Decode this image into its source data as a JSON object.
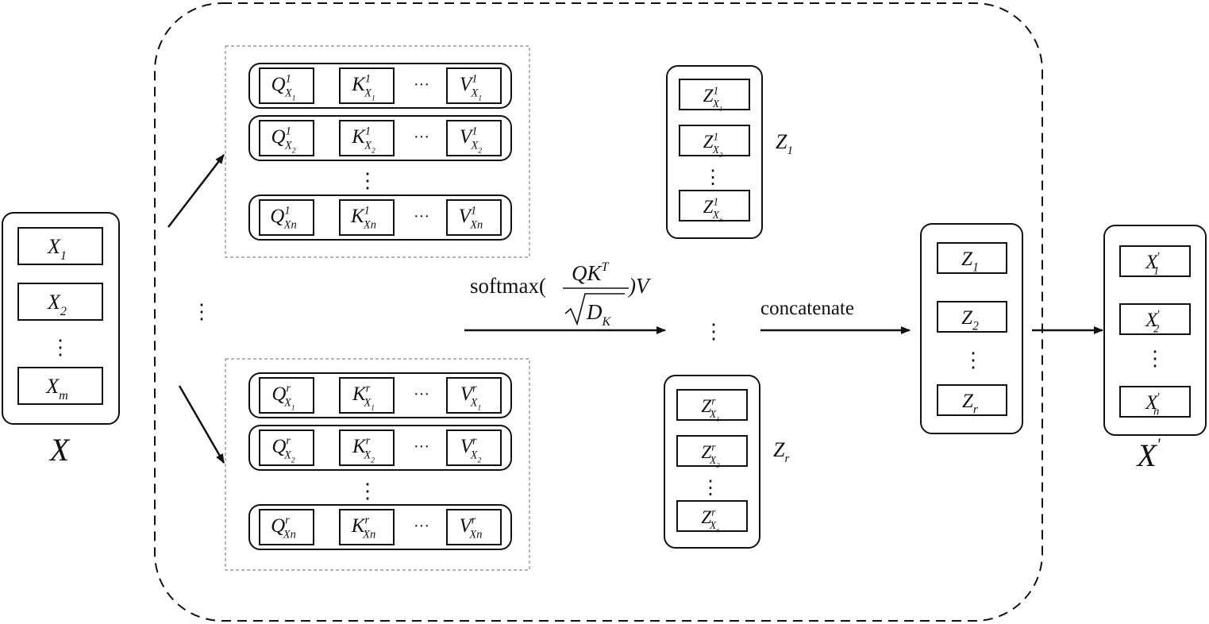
{
  "colors": {
    "ink": "#111111",
    "dashed_outline": "#111111",
    "dotted_group": "#888888",
    "background": "#ffffff"
  },
  "input": {
    "items": [
      {
        "base": "X",
        "sub": "1"
      },
      {
        "base": "X",
        "sub": "2"
      },
      {
        "base": "X",
        "sub": "m"
      }
    ],
    "label": "X"
  },
  "head_groups": [
    {
      "head": "1",
      "rows": [
        {
          "cells": [
            {
              "base": "Q",
              "sup": "1",
              "sub": "X",
              "subsub": "1"
            },
            {
              "base": "K",
              "sup": "1",
              "sub": "X",
              "subsub": "1"
            },
            {
              "base": "V",
              "sup": "1",
              "sub": "X",
              "subsub": "1"
            }
          ]
        },
        {
          "cells": [
            {
              "base": "Q",
              "sup": "1",
              "sub": "X",
              "subsub": "2"
            },
            {
              "base": "K",
              "sup": "1",
              "sub": "X",
              "subsub": "2"
            },
            {
              "base": "V",
              "sup": "1",
              "sub": "X",
              "subsub": "2"
            }
          ]
        },
        {
          "cells": [
            {
              "base": "Q",
              "sup": "1",
              "sub": "Xn",
              "subsub": ""
            },
            {
              "base": "K",
              "sup": "1",
              "sub": "Xn",
              "subsub": ""
            },
            {
              "base": "V",
              "sup": "1",
              "sub": "Xn",
              "subsub": ""
            }
          ]
        }
      ]
    },
    {
      "head": "r",
      "rows": [
        {
          "cells": [
            {
              "base": "Q",
              "sup": "r",
              "sub": "X",
              "subsub": "1"
            },
            {
              "base": "K",
              "sup": "r",
              "sub": "X",
              "subsub": "1"
            },
            {
              "base": "V",
              "sup": "r",
              "sub": "X",
              "subsub": "1"
            }
          ]
        },
        {
          "cells": [
            {
              "base": "Q",
              "sup": "r",
              "sub": "X",
              "subsub": "2"
            },
            {
              "base": "K",
              "sup": "r",
              "sub": "X",
              "subsub": "2"
            },
            {
              "base": "V",
              "sup": "r",
              "sub": "X",
              "subsub": "2"
            }
          ]
        },
        {
          "cells": [
            {
              "base": "Q",
              "sup": "r",
              "sub": "Xn",
              "subsub": ""
            },
            {
              "base": "K",
              "sup": "r",
              "sub": "Xn",
              "subsub": ""
            },
            {
              "base": "V",
              "sup": "r",
              "sub": "Xn",
              "subsub": ""
            }
          ]
        }
      ]
    }
  ],
  "formula": {
    "prefix": "softmax(",
    "num_base": "QK",
    "num_sup": "T",
    "den_base": "D",
    "den_sub": "K",
    "suffix": ")V"
  },
  "z_groups": [
    {
      "label_base": "Z",
      "label_sub": "1",
      "items": [
        {
          "base": "Z",
          "sup": "1",
          "sub": "X",
          "subsub": "1"
        },
        {
          "base": "Z",
          "sup": "1",
          "sub": "X",
          "subsub": "2"
        },
        {
          "base": "Z",
          "sup": "1",
          "sub": "X",
          "subsub": "n"
        }
      ]
    },
    {
      "label_base": "Z",
      "label_sub": "r",
      "items": [
        {
          "base": "Z",
          "sup": "r",
          "sub": "X",
          "subsub": "1"
        },
        {
          "base": "Z",
          "sup": "r",
          "sub": "X",
          "subsub": "2"
        },
        {
          "base": "Z",
          "sup": "r",
          "sub": "X",
          "subsub": "n"
        }
      ]
    }
  ],
  "concat_label": "concatenate",
  "concat_items": [
    {
      "base": "Z",
      "sub": "1"
    },
    {
      "base": "Z",
      "sub": "2"
    },
    {
      "base": "Z",
      "sub": "r"
    }
  ],
  "output": {
    "items": [
      {
        "base": "X",
        "sup": "'",
        "sub": "1"
      },
      {
        "base": "X",
        "sup": "'",
        "sub": "2"
      },
      {
        "base": "X",
        "sup": "'",
        "sub": "n"
      }
    ],
    "label_base": "X",
    "label_sup": "'"
  },
  "ellipsis_h": "···",
  "ellipsis_v": "⋮"
}
